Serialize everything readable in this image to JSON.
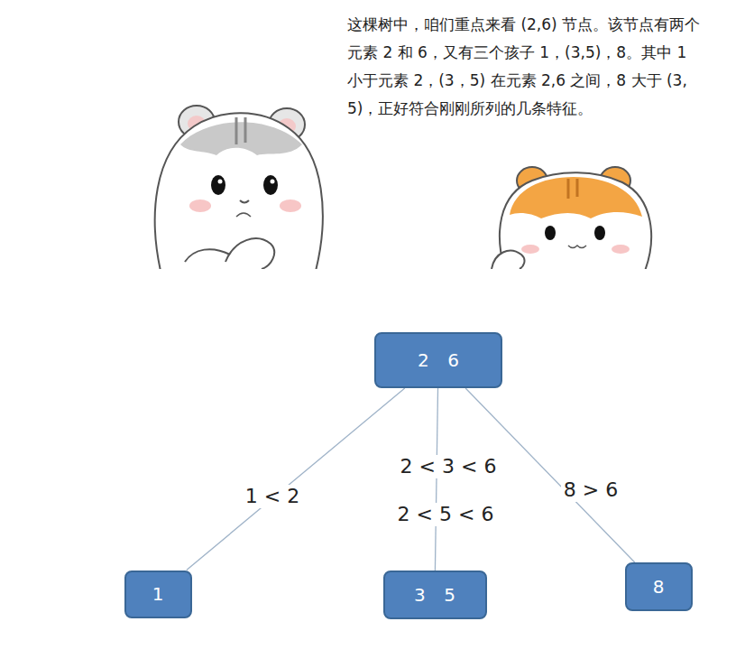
{
  "diagram": {
    "nodes": [
      {
        "text": [
          "2 6"
        ]
      },
      {
        "text": [
          "1"
        ]
      },
      {
        "text": [
          "3 5"
        ]
      },
      {
        "text": [
          "8"
        ]
      }
    ],
    "edges": [
      {
        "from": 0,
        "to": 1,
        "arrow": "none",
        "label": "1 < 2"
      },
      {
        "from": 0,
        "to": 2,
        "arrow": "none",
        "label": "2 < 3 < 6"
      },
      {
        "from": 0,
        "to": 3,
        "arrow": "none",
        "label": "8 > 6"
      }
    ],
    "labels": [
      "这棵树中，咱们重点来看 (2,6) 节点。该节点有两个元素 2 和 6，又有三个孩子 1，(3,5)，8。其中 1 小于元素 2，(3，5) 在元素 2,6 之间，8 大于 (3,5)，正好符合刚刚所列的几条特征。",
      "2 < 5 < 6"
    ]
  }
}
